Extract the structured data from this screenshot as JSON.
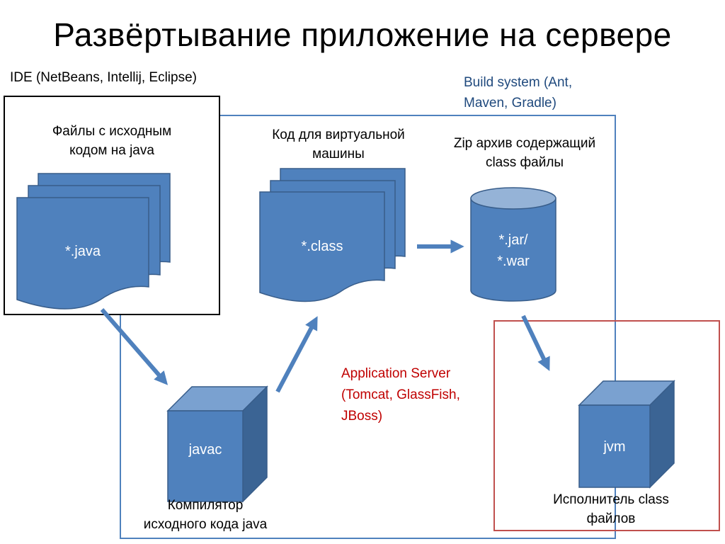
{
  "title": "Развёртывание приложение на сервере",
  "ide": {
    "label": "IDE (NetBeans, Intellij, Eclipse)"
  },
  "build_system": {
    "line1": "Build system (Ant,",
    "line2": "Maven, Gradle)"
  },
  "source_files": {
    "caption_line1": "Файлы с исходным",
    "caption_line2": "кодом на java",
    "text": "*.java"
  },
  "class_files": {
    "caption_line1": "Код для виртуальной",
    "caption_line2": "машины",
    "text": "*.class"
  },
  "archive": {
    "caption_line1": "Zip архив содержащий",
    "caption_line2": "class  файлы",
    "text_line1": "*.jar/",
    "text_line2": "*.war"
  },
  "compiler": {
    "text": "javac",
    "caption_line1": "Компилятор",
    "caption_line2": "исходного кода java"
  },
  "app_server": {
    "line1": "Application Server",
    "line2": "(Tomcat, GlassFish,",
    "line3": "JBoss)"
  },
  "jvm": {
    "text": "jvm",
    "caption_line1": "Исполнитель class",
    "caption_line2": "файлов"
  },
  "colors": {
    "shape_fill": "#4f81bd",
    "shape_stroke": "#385d8a",
    "build_border": "#4f81bd",
    "server_border": "#c0504d",
    "build_text": "#1f497d",
    "server_text": "#c00000"
  }
}
